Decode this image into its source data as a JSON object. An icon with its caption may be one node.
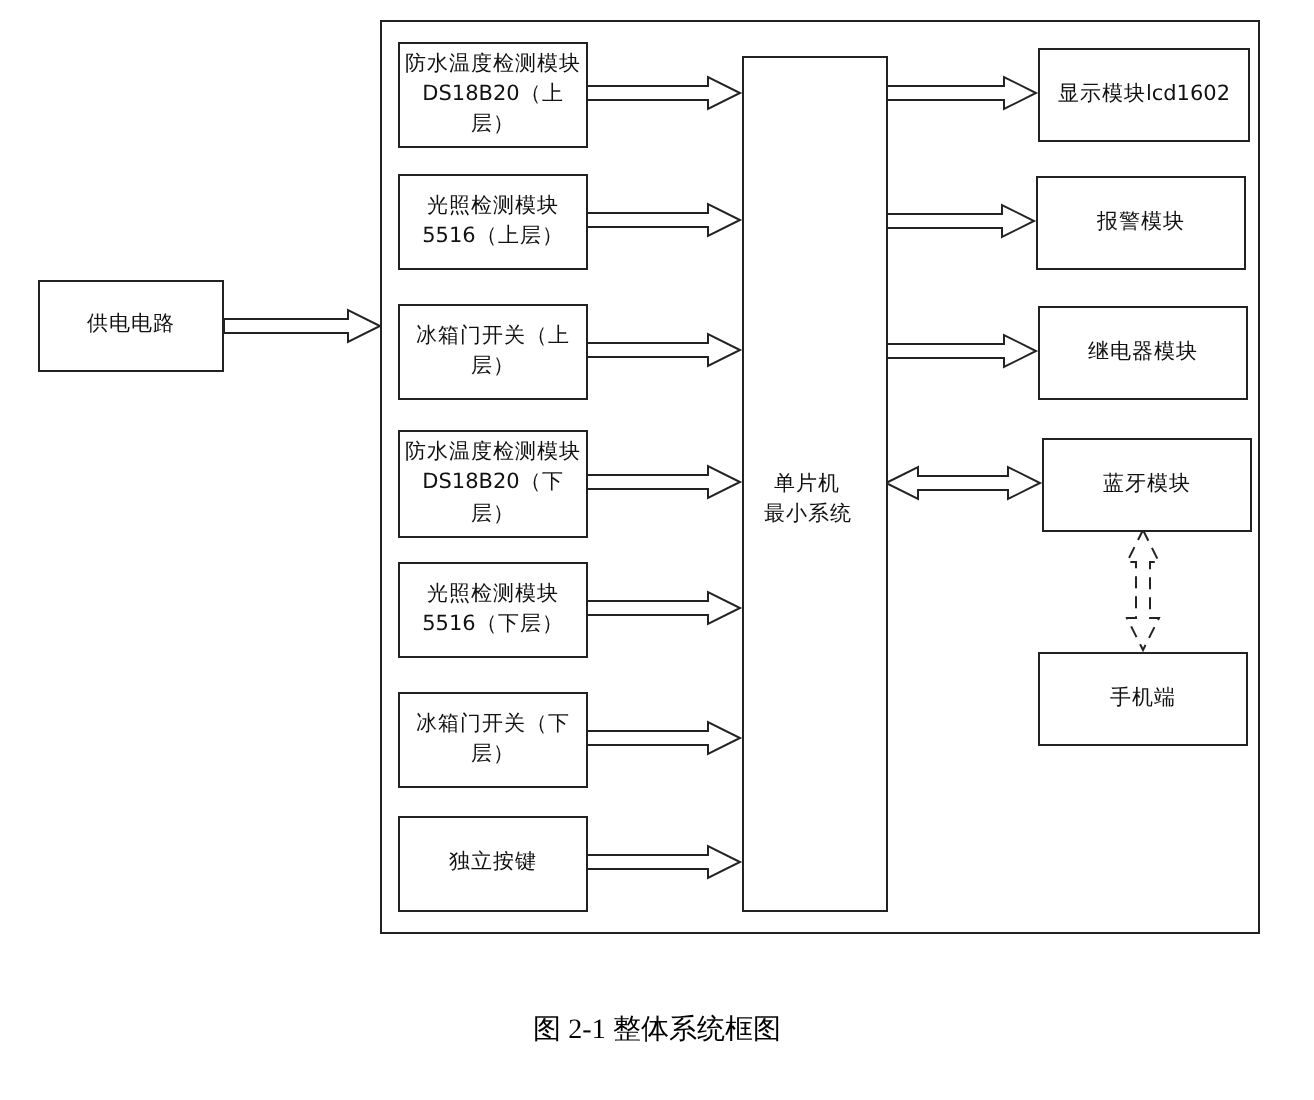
{
  "diagram": {
    "caption": "图 2-1 整体系统框图",
    "nodes": [
      {
        "text": [],
        "shape": "box"
      },
      {
        "text": [
          "供电电路"
        ]
      },
      {
        "text": [
          "防水温度检测模块DS18B20（上层）"
        ],
        "in": 0
      },
      {
        "text": [
          "光照检测模块5516（上层）"
        ],
        "in": 0
      },
      {
        "text": [
          "冰箱门开关（上层）"
        ],
        "in": 0
      },
      {
        "text": [
          "防水温度检测模块DS18B20（下层）"
        ],
        "in": 0
      },
      {
        "text": [
          "光照检测模块5516（下层）"
        ],
        "in": 0
      },
      {
        "text": [
          "冰箱门开关（下层）"
        ],
        "in": 0
      },
      {
        "text": [
          "独立按键"
        ],
        "in": 0
      },
      {
        "text": [
          "单片机最小系统"
        ],
        "in": 0
      },
      {
        "text": [
          "显示模块lcd1602"
        ],
        "in": 0
      },
      {
        "text": [
          "报警模块"
        ],
        "in": 0
      },
      {
        "text": [
          "继电器模块"
        ],
        "in": 0
      },
      {
        "text": [
          "蓝牙模块"
        ],
        "in": 0
      },
      {
        "text": [
          "手机端"
        ],
        "in": 0
      }
    ],
    "edges": [
      {
        "from": 1,
        "to": 0,
        "arrow": "to"
      },
      {
        "from": 2,
        "to": 9,
        "arrow": "to"
      },
      {
        "from": 3,
        "to": 9,
        "arrow": "to"
      },
      {
        "from": 4,
        "to": 9,
        "arrow": "to"
      },
      {
        "from": 5,
        "to": 9,
        "arrow": "to"
      },
      {
        "from": 6,
        "to": 9,
        "arrow": "to"
      },
      {
        "from": 7,
        "to": 9,
        "arrow": "to"
      },
      {
        "from": 8,
        "to": 9,
        "arrow": "to"
      },
      {
        "from": 9,
        "to": 10,
        "arrow": "to"
      },
      {
        "from": 9,
        "to": 11,
        "arrow": "to"
      },
      {
        "from": 9,
        "to": 12,
        "arrow": "to"
      },
      {
        "from": 9,
        "to": 13,
        "arrow": "both"
      },
      {
        "from": 13,
        "to": 14,
        "arrow": "both",
        "style": "dashed"
      }
    ]
  }
}
